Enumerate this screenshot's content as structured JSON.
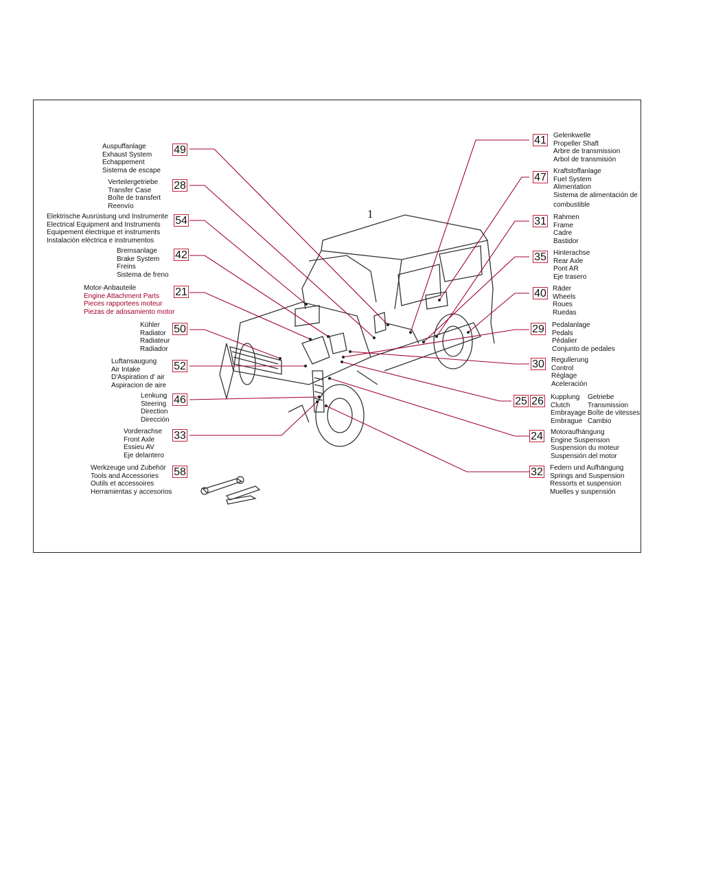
{
  "overall_number": "1",
  "callouts_left": [
    {
      "number": "49",
      "lines": [
        "Auspuffanlage",
        "Exhaust System",
        "Echappement",
        "Sistema de escape"
      ]
    },
    {
      "number": "28",
      "lines": [
        "Verteilergetriebe",
        "Transfer Case",
        "Boîte de transfert",
        "Reenvío"
      ]
    },
    {
      "number": "54",
      "lines": [
        "Elektrische Ausrüstung und Instrumente",
        "Electrical Equipment and Instruments",
        "Equipement électrique et instruments",
        "Instalación eléctrica e instrumentos"
      ]
    },
    {
      "number": "42",
      "lines": [
        "Bremsanlage",
        "Brake System",
        "Freins",
        "Sistema de freno"
      ]
    },
    {
      "number": "21",
      "lines": [
        "Motor-Anbauteile",
        "Engine Attachment Parts",
        "Pieces rapportees moteur",
        "Piezas de adosamiento motor"
      ]
    },
    {
      "number": "50",
      "lines": [
        "Kühler",
        "Radiator",
        "Radiateur",
        "Radiador"
      ]
    },
    {
      "number": "52",
      "lines": [
        "Luftansaugung",
        "Air Intake",
        "D'Aspiration d' air",
        "Aspiracion de aire"
      ]
    },
    {
      "number": "46",
      "lines": [
        "Lenkung",
        "Steering",
        "Direction",
        "Dirección"
      ]
    },
    {
      "number": "33",
      "lines": [
        "Vorderachse",
        "Front Axle",
        "Essieu AV",
        "Eje delantero"
      ]
    },
    {
      "number": "58",
      "lines": [
        "Werkzeuge und Zubehör",
        "Tools and Accessories",
        "Outils et accessoires",
        "Herramientas y accesorios"
      ]
    }
  ],
  "callouts_right": [
    {
      "number": "41",
      "lines": [
        "Gelenkwelle",
        "Propeller Shaft",
        "Arbre de transmission",
        "Arbol de transmisión"
      ]
    },
    {
      "number": "47",
      "lines": [
        "Kraftstoffanlage",
        "Fuel System",
        "Alimentation",
        "Sistema de alimentación de",
        "combustible"
      ]
    },
    {
      "number": "31",
      "lines": [
        "Rahmen",
        "Frame",
        "Cadre",
        "Bastidor"
      ]
    },
    {
      "number": "35",
      "lines": [
        "Hinterachse",
        "Rear Axle",
        "Pont AR",
        "Eje trasero"
      ]
    },
    {
      "number": "40",
      "lines": [
        "Räder",
        "Wheels",
        "Roues",
        "Ruedas"
      ]
    },
    {
      "number": "29",
      "lines": [
        "Pedalanlage",
        "Pedals",
        "Pédalier",
        "Conjunto de pedales"
      ]
    },
    {
      "number": "30",
      "lines": [
        "Regullerung",
        "Control",
        "Réglage",
        "Aceleración"
      ]
    },
    {
      "number": "24",
      "lines": [
        "Motoraufhängung",
        "Engine Suspension",
        "Suspension du moteur",
        "Suspensión del motor"
      ]
    },
    {
      "number": "32",
      "lines": [
        "Federn und Aufhängung",
        "Springs and Suspension",
        "Ressorts et suspension",
        "Muelles y suspensión"
      ]
    }
  ],
  "callout_25_26": {
    "number_a": "25",
    "number_b": "26",
    "col_a": [
      "Kupplung",
      "Clutch",
      "Embrayage",
      "Embrague"
    ],
    "col_b": [
      "Getriebe",
      "Transmission",
      "Boîte de vitesses",
      "Cambio"
    ]
  },
  "colors": {
    "accent": "#c0203a",
    "line": "#a0002a",
    "ink": "#111111"
  }
}
